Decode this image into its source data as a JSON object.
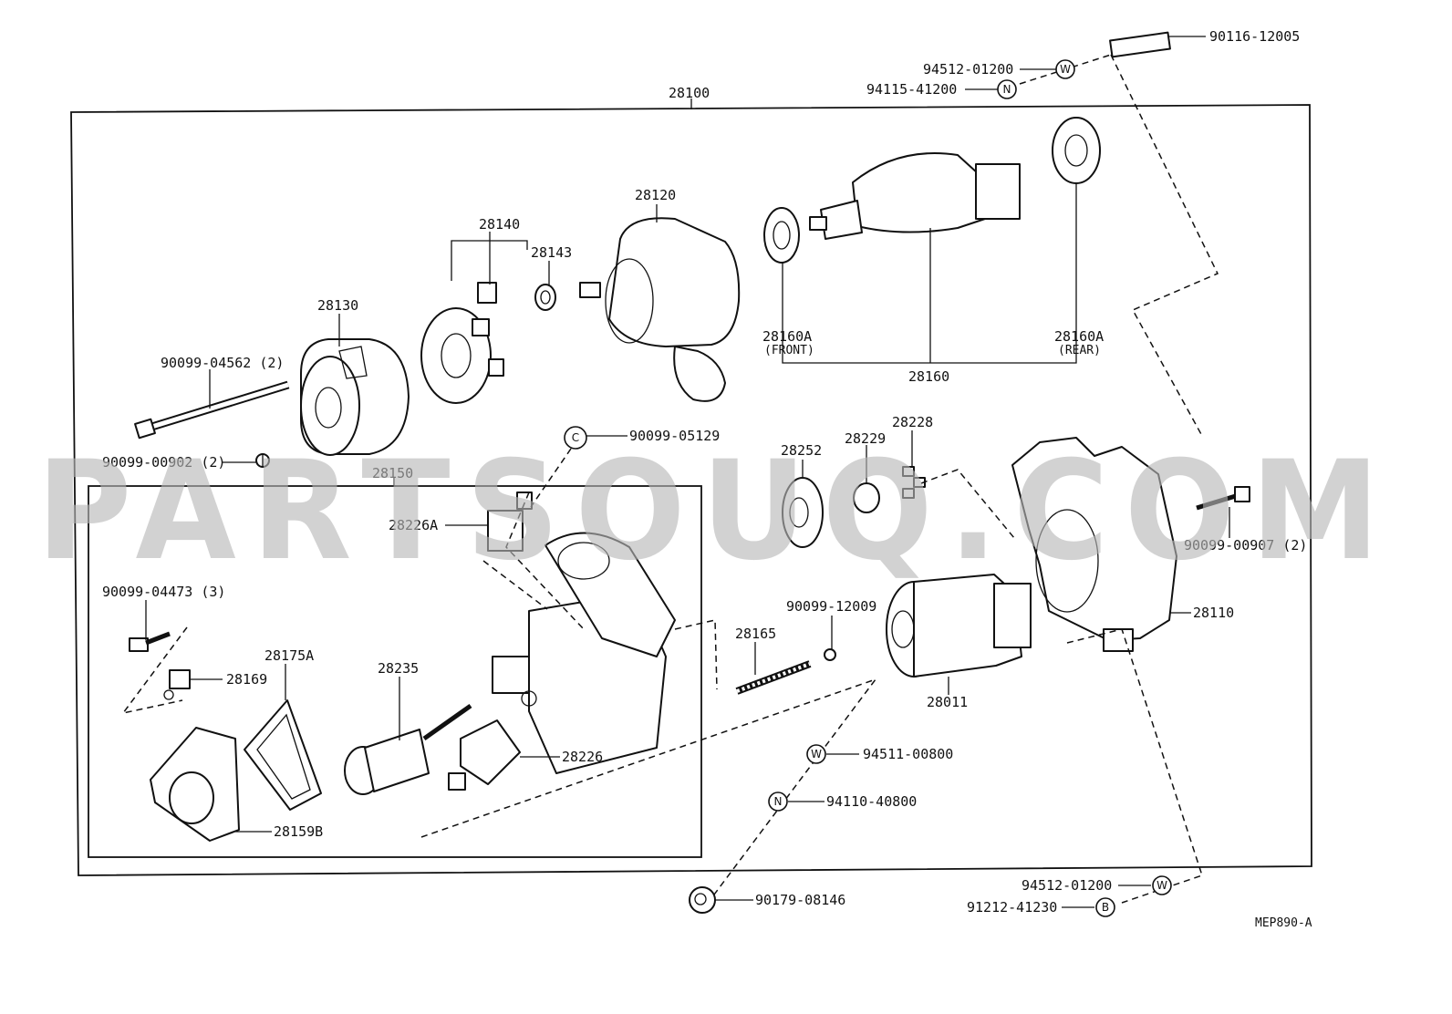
{
  "watermark": "PARTSOUQ.COM",
  "figure_code": "MEP890-A",
  "labels": {
    "p90116_12005": "90116-12005",
    "p94512_01200_top": "94512-01200",
    "p94115_41200": "94115-41200",
    "p28100": "28100",
    "p28120": "28120",
    "p28140": "28140",
    "p28143": "28143",
    "p28130": "28130",
    "p90099_04562": "90099-04562 (2)",
    "p90099_00902": "90099-00902 (2)",
    "p28160a_front": "28160A",
    "front": "(FRONT)",
    "p28160a_rear": "28160A",
    "rear": "(REAR)",
    "p28160": "28160",
    "p90099_05129": "90099-05129",
    "p28150": "28150",
    "p28226a": "28226A",
    "p28252": "28252",
    "p28229": "28229",
    "p28228": "28228",
    "p90099_00907": "90099-00907 (2)",
    "p90099_04473": "90099-04473 (3)",
    "p28175a": "28175A",
    "p28169": "28169",
    "p28235": "28235",
    "p28165": "28165",
    "p90099_12009": "90099-12009",
    "p28110": "28110",
    "p28011": "28011",
    "p28226": "28226",
    "p28159b": "28159B",
    "p94511_00800": "94511-00800",
    "p94110_40800": "94110-40800",
    "p90179_08146": "90179-08146",
    "p94512_01200_bot": "94512-01200",
    "p91212_41230": "91212-41230"
  },
  "symbols": {
    "washer": "W",
    "nut": "N",
    "clip": "C",
    "bolt": "B"
  }
}
